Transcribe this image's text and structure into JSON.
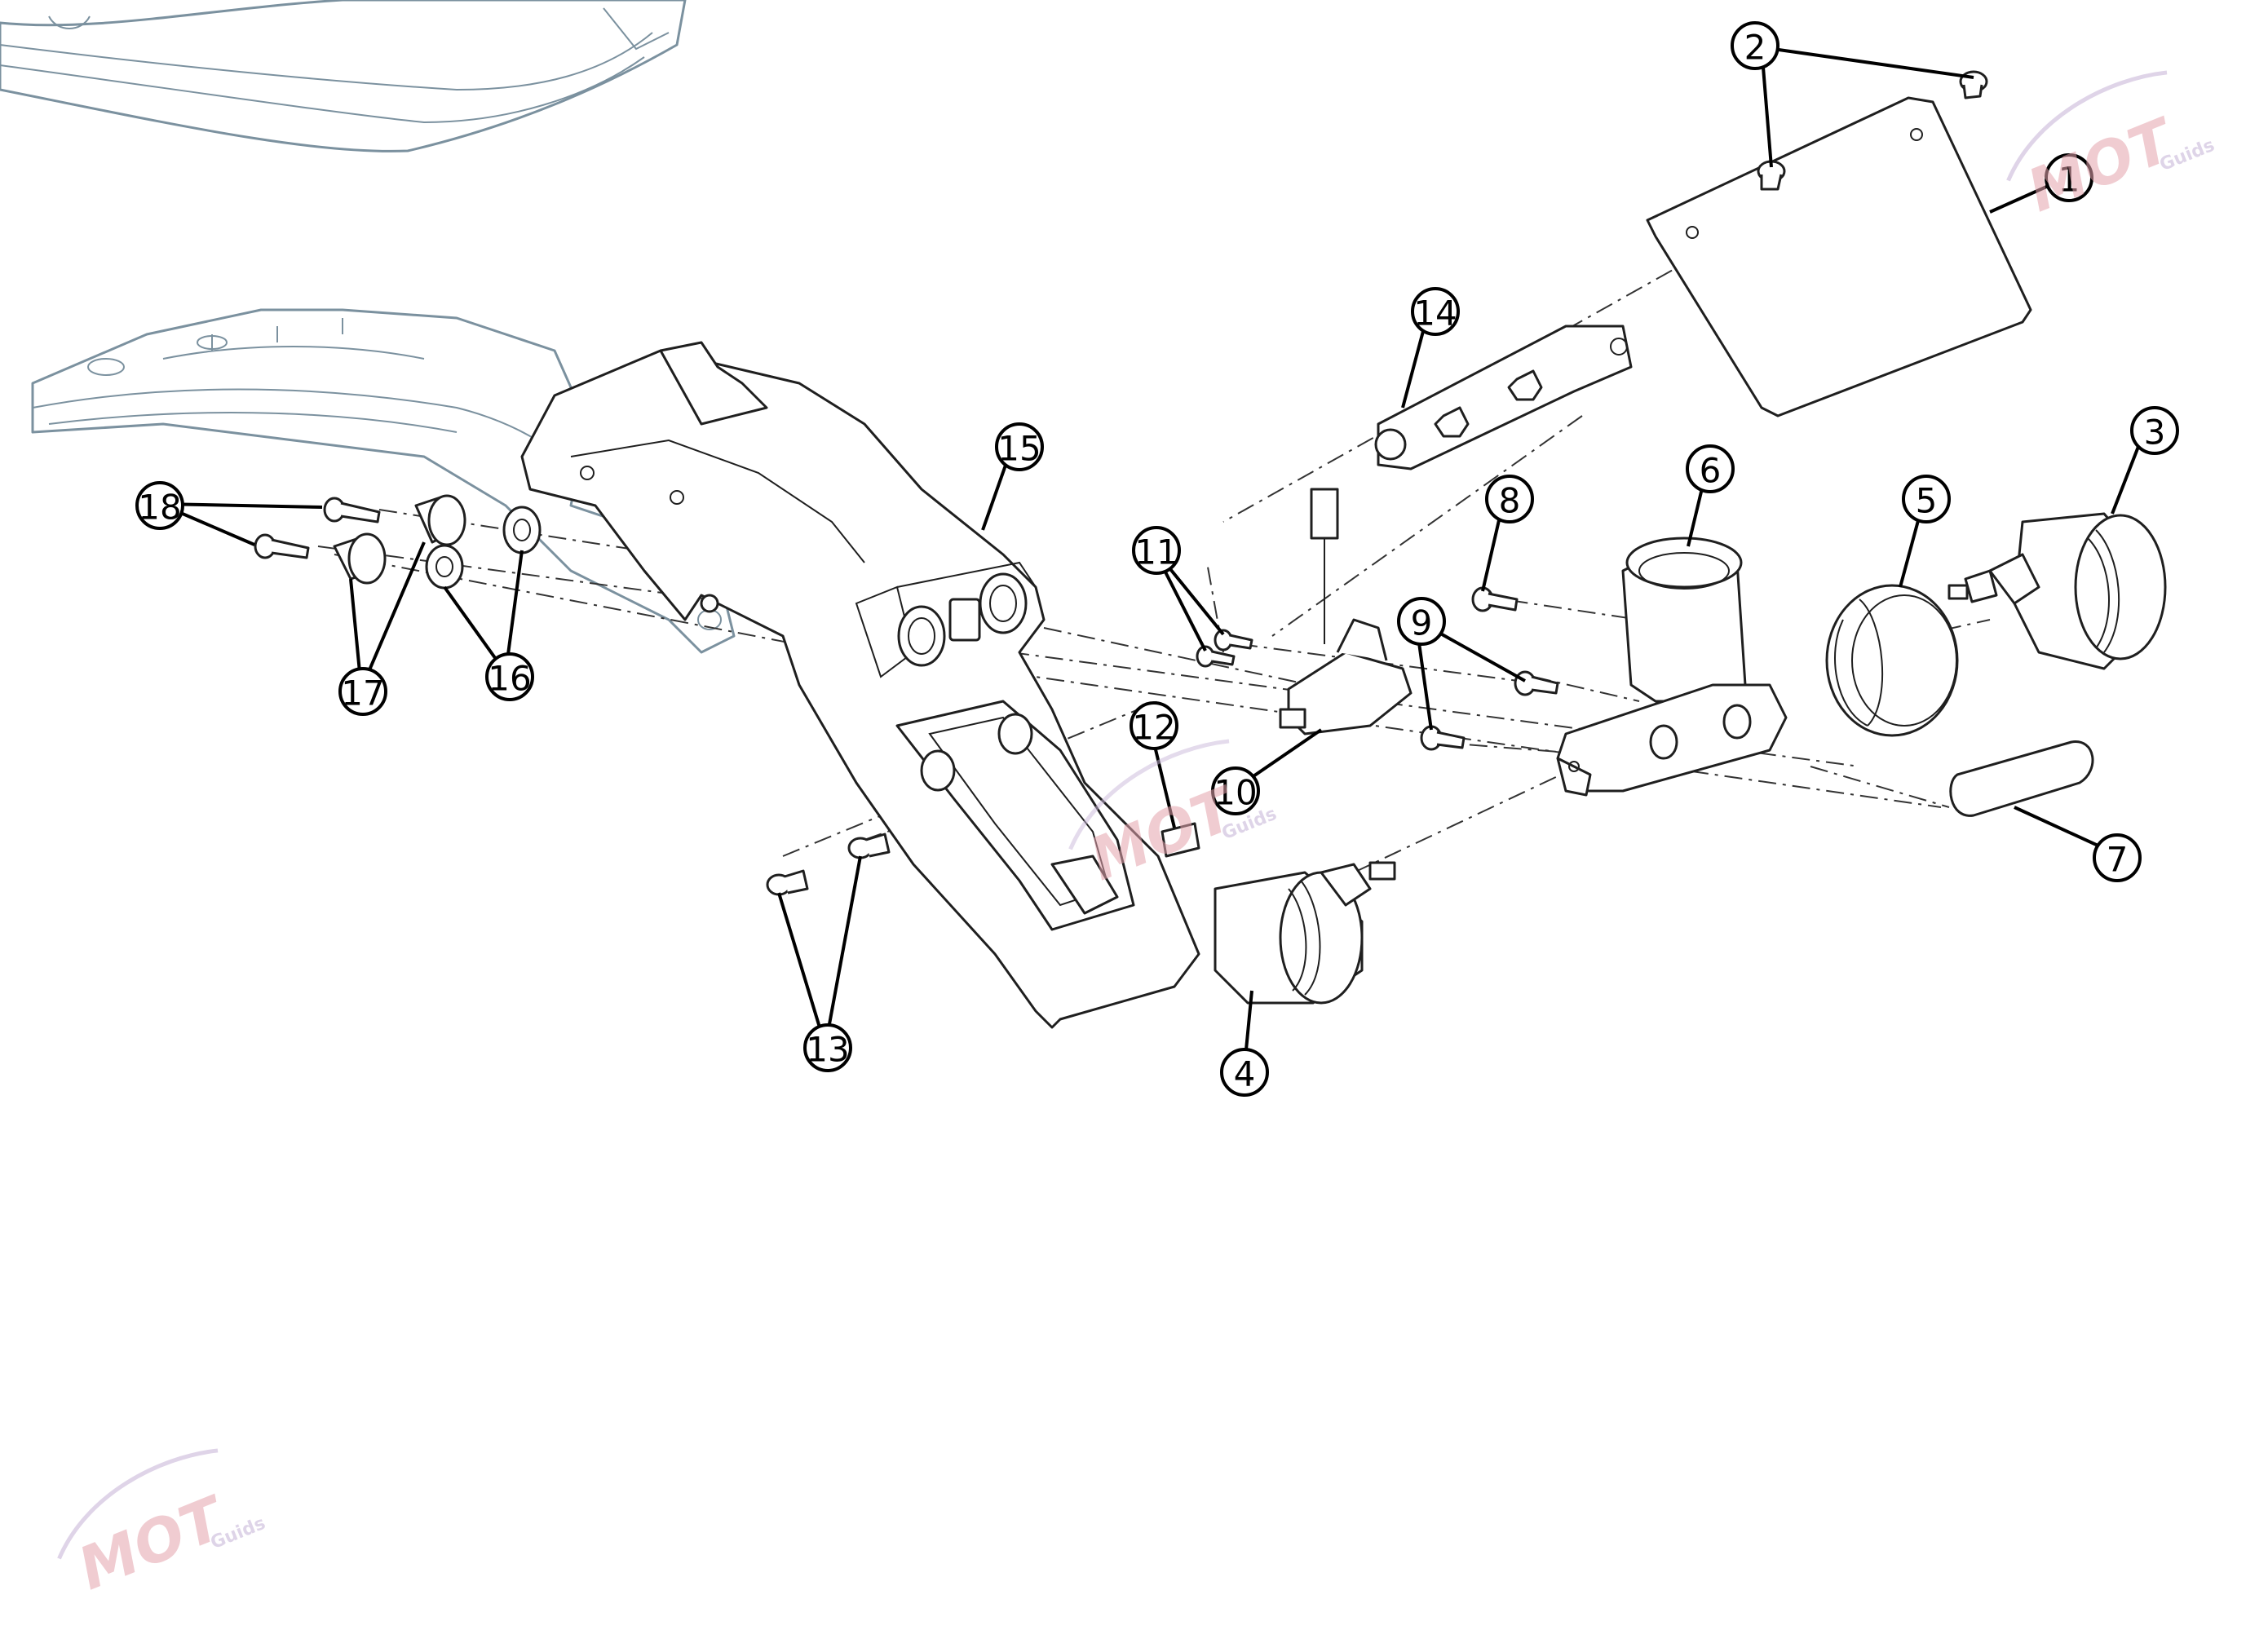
{
  "callouts": [
    {
      "n": "1"
    },
    {
      "n": "2"
    },
    {
      "n": "3"
    },
    {
      "n": "4"
    },
    {
      "n": "5"
    },
    {
      "n": "6"
    },
    {
      "n": "7"
    },
    {
      "n": "8"
    },
    {
      "n": "9"
    },
    {
      "n": "10"
    },
    {
      "n": "11"
    },
    {
      "n": "12"
    },
    {
      "n": "13"
    },
    {
      "n": "14"
    },
    {
      "n": "15"
    },
    {
      "n": "16"
    },
    {
      "n": "17"
    },
    {
      "n": "18"
    }
  ],
  "watermark": {
    "letters": "MOT",
    "sub": "Guids"
  },
  "colors": {
    "line": "#1f1f1f",
    "ghost": "#7b919f",
    "watermark": "#e4a3ad",
    "background": "#ffffff"
  }
}
